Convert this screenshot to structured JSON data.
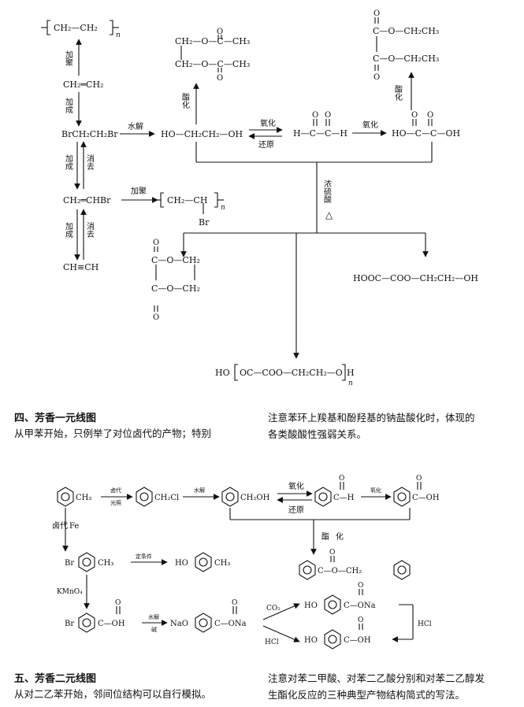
{
  "diagram1": {
    "poly_ethylene": "CH₂—CH₂",
    "poly_n": "n",
    "ethylene": "CH₂═CH₂",
    "dibromoethane": "BrCH₂CH₂Br",
    "vinyl_bromide": "CH₂═CHBr",
    "acetylene": "CH≡CH",
    "poly_vb_main": "CH₂—CH",
    "poly_vb_br": "Br",
    "poly_vb_n": "n",
    "glycol": "HO—CH₂CH₂—OH",
    "glyoxal": "H—C—C—H",
    "oxalic_acid": "HO—C—C—OH",
    "diacetate_top": "CH₂—O—C—CH₃",
    "diacetate_bottom": "CH₂—O—C—CH₃",
    "diethyl_top": "C—O—CH₂CH₃",
    "diethyl_bottom": "C—O—CH₂CH₃",
    "o_label": "O",
    "cyclic_top": "C—O—CH₂",
    "cyclic_bottom": "C—O—CH₂",
    "half_ester": "HOOC—COO—CH₂CH₂—OH",
    "polyester_ho": "HO",
    "polyester_main": "OC—COO—CH₂CH₂—O",
    "polyester_h": "H",
    "polyester_n": "n",
    "label_jiaju": "加聚",
    "label_jiacheng": "加成",
    "label_xiaoqu": "消去",
    "label_shuijie": "水解",
    "label_zhihua": "酯化",
    "label_yanghua": "氧化",
    "label_huanyuan": "还原",
    "label_conc_acid": "浓硫酸",
    "label_heat": "△"
  },
  "section4": {
    "title": "四、芳香一元线图",
    "text_left": "从甲苯开始，只例举了对位卤代的产物；特别",
    "text_right_line1": "注意苯环上羧基和酚羟基的钠盐酸化时，体现的",
    "text_right_line2": "各类酸酸性强弱关系。"
  },
  "diagram2": {
    "toluene_sub": "CH₃",
    "benzyl_chloride_sub": "CH₂Cl",
    "benzyl_alcohol_sub": "CH₂OH",
    "benzaldehyde_sub": "C—H",
    "benzoic_acid_sub": "C—OH",
    "cond_ludai": "卤代",
    "cond_guangzhao": "光照",
    "cond_shuijie": "水解",
    "cond_yanghua": "氧化",
    "cond_huanyuan": "还原",
    "cond_zhihua": "酯化",
    "cond_ludai_fe_1": "卤代",
    "cond_ludai_fe_2": "Fe",
    "bromotoluene_br": "Br",
    "bromotoluene_ch3": "CH₃",
    "cond_dingtiaojian": "定条件",
    "p_cresol_ho": "HO",
    "p_cresol_ch3": "CH₃",
    "ester_mid": "C—O—CH₂",
    "cond_kmno4": "KMnO₄",
    "bromobenzoic_br": "Br",
    "bromobenzoic_acid": "C—OH",
    "cond_shuijie2": "水解",
    "cond_jian": "碱",
    "phenoxide_nao": "NaO",
    "phenoxide_ona": "C—ONa",
    "cond_co2": "CO₂",
    "cond_hcl_right": "HCl",
    "cond_hcl_left": "HCl",
    "phenol_salt_ho": "HO",
    "phenol_salt_ona": "C—ONa",
    "hba_ho": "HO",
    "hba_oh": "C—OH"
  },
  "section5": {
    "title": "五、芳香二元线图",
    "text_left": "从对二乙苯开始，邻间位结构可以自行模拟。",
    "text_right_line1": "注意对苯二甲酸、对苯二乙酸分别和对苯二乙醇发",
    "text_right_line2": "生酯化反应的三种典型产物结构简式的写法。"
  }
}
